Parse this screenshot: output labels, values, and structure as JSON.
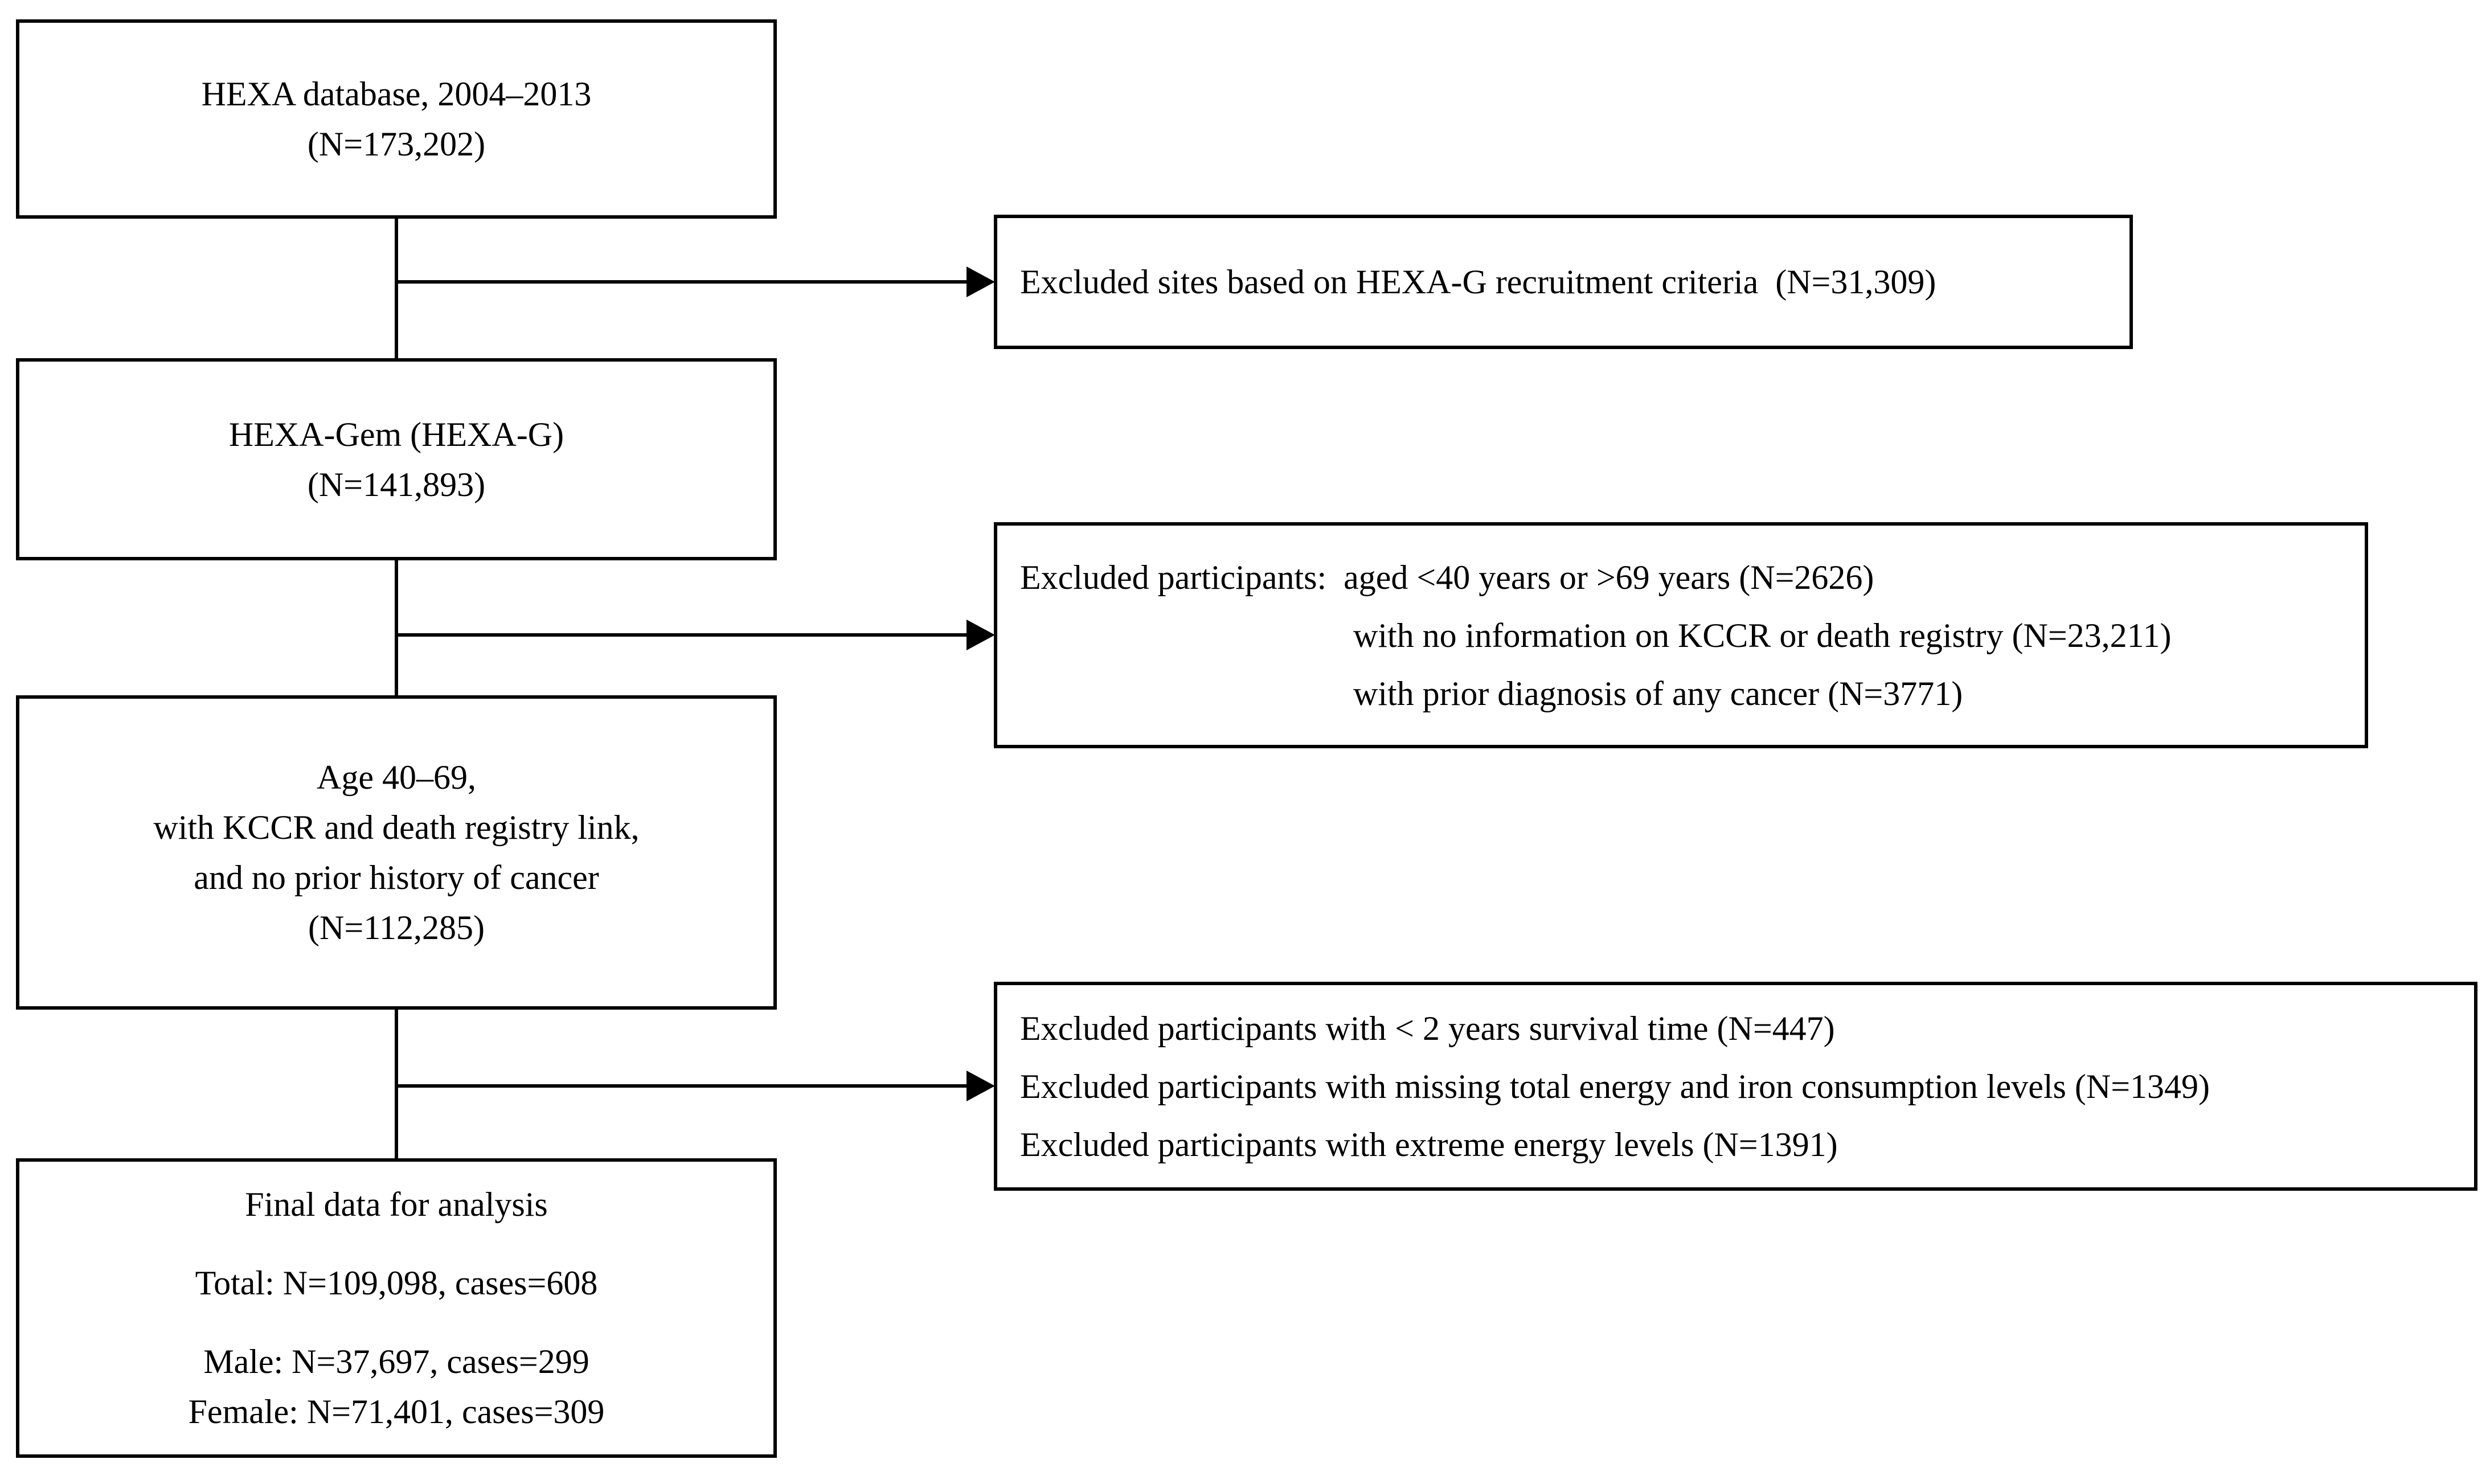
{
  "page": {
    "background": "#ffffff",
    "ink": "#000000"
  },
  "flow": {
    "boxes": [
      {
        "name": "hexa-database",
        "lines": [
          "HEXA database, 2004–2013",
          "(N=173,202)"
        ]
      },
      {
        "name": "hexa-gem",
        "lines": [
          "HEXA-Gem (HEXA-G)",
          "(N=141,893)"
        ]
      },
      {
        "name": "eligible-cohort",
        "lines": [
          "Age 40–69,",
          "with KCCR and death registry link,",
          "and no prior history of cancer",
          "(N=112,285)"
        ]
      },
      {
        "name": "final-analysis",
        "lines": [
          "Final data for analysis",
          "Total: N=109,098, cases=608",
          "Male: N=37,697, cases=299",
          "Female: N=71,401, cases=309"
        ]
      }
    ],
    "exclusions": [
      {
        "name": "excluded-sites",
        "lines": [
          "Excluded sites based on HEXA-G recruitment criteria  (N=31,309)"
        ]
      },
      {
        "name": "excluded-participants-eligibility",
        "lines": [
          "Excluded participants:  aged <40 years or >69 years (N=2626)",
          "with no information on KCCR or death registry (N=23,211)",
          "with prior diagnosis of any cancer (N=3771)"
        ]
      },
      {
        "name": "excluded-participants-analysis",
        "lines": [
          "Excluded participants with < 2 years survival time (N=447)",
          "Excluded participants with missing total energy and iron consumption levels (N=1349)",
          "Excluded participants with extreme energy levels (N=1391)"
        ]
      }
    ]
  }
}
